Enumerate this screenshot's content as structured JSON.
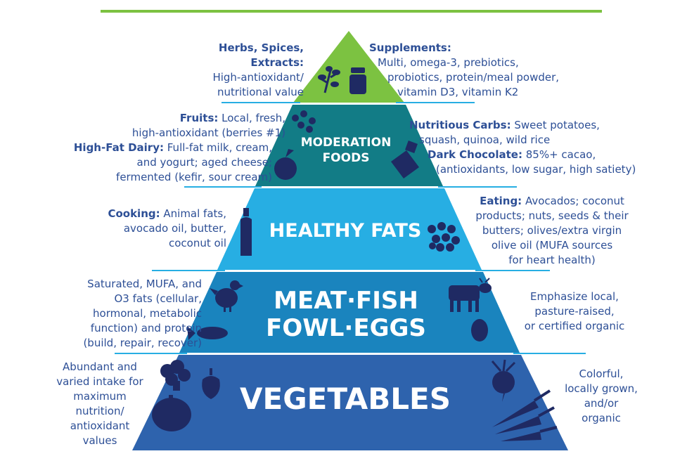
{
  "tiers": {
    "top": {
      "color": "#7cc241"
    },
    "moderation": {
      "line1": "MODERATION",
      "line2": "FOODS",
      "color": "#127c86"
    },
    "fats": {
      "label": "HEALTHY FATS",
      "color": "#27aee3"
    },
    "protein": {
      "line1": "MEAT·FISH",
      "line2": "FOWL·EGGS",
      "color": "#1a84be"
    },
    "veg": {
      "label": "VEGETABLES",
      "color": "#2e63ad"
    }
  },
  "notes": {
    "herbs": {
      "title1": "Herbs, Spices,",
      "title2": "Extracts:",
      "body1": "High-antioxidant/",
      "body2": "nutritional value"
    },
    "supplements": {
      "title": "Supplements:",
      "body1": "Multi, omega-3, prebiotics,",
      "body2": "probiotics, protein/meal powder,",
      "body3": "vitamin D3, vitamin K2"
    },
    "fruits": {
      "title": "Fruits:",
      "body1": " Local, fresh,",
      "body2": "high-antioxidant (berries #1)"
    },
    "dairy": {
      "title": "High-Fat Dairy:",
      "body1": " Full-fat milk, cream,",
      "body2": "and yogurt; aged cheese;",
      "body3": "fermented (kefir, sour cream)"
    },
    "carbs": {
      "title": "Nutritious Carbs:",
      "body1": " Sweet potatoes,",
      "body2": "squash, quinoa, wild rice"
    },
    "chocolate": {
      "title": "Dark Chocolate:",
      "body1": " 85%+ cacao,",
      "body2": "(antioxidants, low sugar, high satiety)"
    },
    "cooking": {
      "title": "Cooking:",
      "body1": " Animal fats,",
      "body2": "avocado oil, butter,",
      "body3": "coconut oil"
    },
    "eating": {
      "title": "Eating:",
      "body1": " Avocados; coconut",
      "body2": "products; nuts, seeds & their",
      "body3": "butters; olives/extra virgin",
      "body4": "olive oil (MUFA sources",
      "body5": "for heart health)"
    },
    "protein_left": {
      "body1": "Saturated, MUFA, and",
      "body2": "O3 fats (cellular,",
      "body3": "hormonal, metabolic",
      "body4": "function) and protein",
      "body5": "(build, repair, recover)"
    },
    "protein_right": {
      "body1": "Emphasize local,",
      "body2": "pasture-raised,",
      "body3": "or certified organic"
    },
    "veg_left": {
      "body1": "Abundant and",
      "body2": "varied intake for",
      "body3": "maximum",
      "body4": "nutrition/",
      "body5": "antioxidant",
      "body6": "values"
    },
    "veg_right": {
      "body1": "Colorful,",
      "body2": "locally grown,",
      "body3": "and/or",
      "body4": "organic"
    }
  },
  "icons": [
    "herbs-icon",
    "supplement-jar-icon",
    "berries-icon",
    "apple-icon",
    "chocolate-icon",
    "oil-bottle-icon",
    "blueberries-icon",
    "chicken-icon",
    "fish-icon",
    "cow-icon",
    "egg-icon",
    "broccoli-icon",
    "pepper-icon",
    "pumpkin-icon",
    "beet-icon",
    "carrots-icon"
  ]
}
